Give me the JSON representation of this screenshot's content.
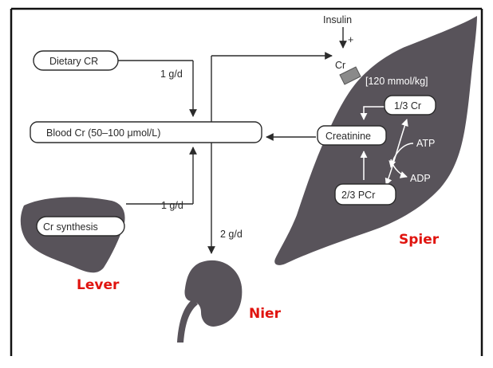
{
  "diagram": {
    "insulin_label": "Insulin",
    "plus_sign": "+",
    "cr_muscle_label": "Cr",
    "muscle_concentration": "[120 mmol/kg]",
    "dietary_box": "Dietary CR",
    "dietary_rate": "1 g/d",
    "blood_box": "Blood Cr (50–100 μmol/L)",
    "liver_rate": "1 g/d",
    "synthesis_box": "Cr synthesis",
    "kidney_rate": "2 g/d",
    "creatinine_box": "Creatinine",
    "cr_fraction_box": "1/3 Cr",
    "pcr_fraction_box": "2/3 PCr",
    "atp_label": "ATP",
    "adp_label": "ADP",
    "muscle_name": "Spier",
    "liver_name": "Lever",
    "kidney_name": "Nier"
  },
  "colors": {
    "organ_fill": "#58535a",
    "line": "#2b2b2b",
    "accent_red": "#e0140f",
    "transporter": "#8a8a8a"
  }
}
